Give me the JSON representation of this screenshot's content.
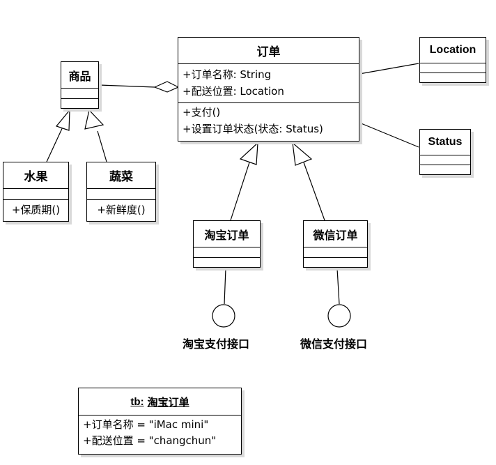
{
  "classes": {
    "order": {
      "name": "订单",
      "attrs": [
        "+订单名称: String",
        "+配送位置: Location"
      ],
      "ops": [
        "+支付()",
        "+设置订单状态(状态: Status)"
      ]
    },
    "goods": {
      "name": "商品"
    },
    "fruit": {
      "name": "水果",
      "op": "+保质期()"
    },
    "vegetable": {
      "name": "蔬菜",
      "op": "+新鲜度()"
    },
    "location": {
      "name": "Location"
    },
    "status": {
      "name": "Status"
    },
    "taobao_order": {
      "name": "淘宝订单"
    },
    "wechat_order": {
      "name": "微信订单"
    }
  },
  "interfaces": {
    "taobao": "淘宝支付接口",
    "wechat": "微信支付接口"
  },
  "object": {
    "title_prefix": "tb:",
    "title_class": "淘宝订单",
    "slots": [
      "+订单名称 = \"iMac mini\"",
      "+配送位置 = \"changchun\""
    ]
  }
}
